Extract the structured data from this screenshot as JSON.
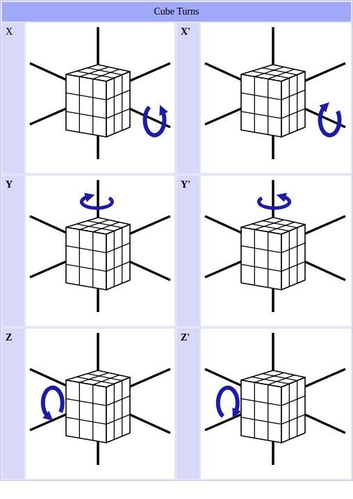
{
  "diagram": {
    "title": "Cube Turns",
    "labels": [
      "X",
      "X'",
      "Y",
      "Y'",
      "Z",
      "Z'"
    ]
  }
}
